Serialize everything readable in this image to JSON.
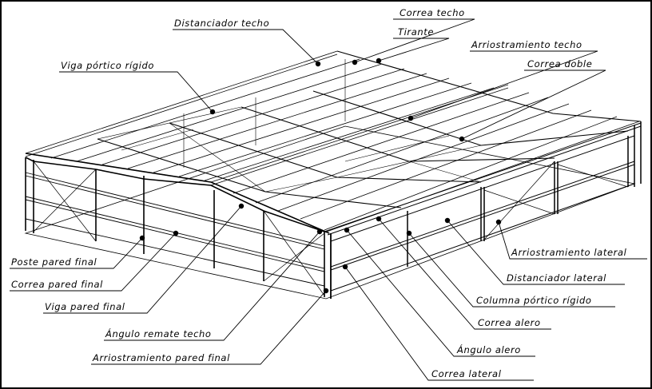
{
  "diagram": {
    "labels": {
      "distanciador_techo": "Distanciador techo",
      "correa_techo": "Correa techo",
      "tirante": "Tirante",
      "arriostramiento_techo": "Arriostramiento techo",
      "correa_doble": "Correa doble",
      "viga_portico_rigido": "Viga pórtico rígido",
      "poste_pared_final": "Poste pared final",
      "correa_pared_final": "Correa pared final",
      "viga_pared_final": "Viga pared final",
      "angulo_remate_techo": "Ángulo remate techo",
      "arriostramiento_pared_final": "Arriostramiento pared final",
      "arriostramiento_lateral": "Arriostramiento lateral",
      "distanciador_lateral": "Distanciador lateral",
      "columna_portico_rigido": "Columna pórtico rígido",
      "correa_alero": "Correa alero",
      "angulo_alero": "Ángulo alero",
      "correa_lateral": "Correa lateral"
    }
  }
}
